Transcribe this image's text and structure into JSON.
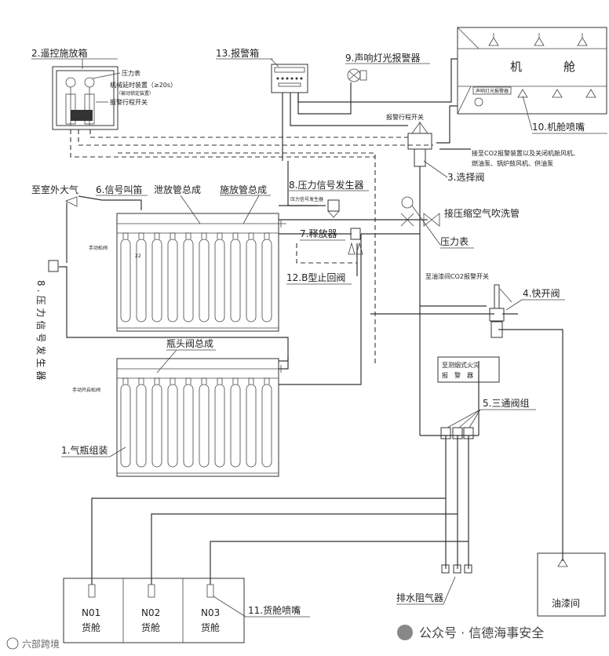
{
  "labels": {
    "remote_box": "2.遥控施放箱",
    "pressure_gauge_small": "压力表",
    "mech_delay": "机械延时装置（≥20s）",
    "mech_delay_note": "（被动锁定装置）",
    "alarm_travel_switch_left": "报警行程开关",
    "alarm_box": "13.报警箱",
    "sound_light_alarm": "9.声响灯光报警器",
    "engine_room_1": "机",
    "engine_room_2": "舱",
    "sound_light_alarm_small": "声响灯光报警器",
    "engine_nozzle": "10.机舱喷嘴",
    "alarm_travel_switch": "报警行程开关",
    "connect_note_1": "接至CO2报警装置以及关闭机舱风机、",
    "connect_note_2": "燃油泵、锅炉鼓风机、供油泵",
    "selector_valve": "3.选择阀",
    "to_atmosphere": "至室外大气",
    "signal_whistle": "6.信号叫笛",
    "vent_pipe": "泄放管总成",
    "release_pipe": "施放管总成",
    "pressure_signal_gen_8": "8.压力信号发生器",
    "pressure_signal_small": "压力信号发生器",
    "compressed_air": "接压缩空气吹洗管",
    "release_device": "7.释放器",
    "pressure_gauge": "压力表",
    "check_valve": "12.B型止回阀",
    "manual_unlock": "手动松阀",
    "manual_open_unlock": "手动开启松阀",
    "label_22": "22",
    "pressure_signal_vertical": "8.压力信号发生器",
    "paint_room_switch": "至油漆间CO2报警开关",
    "quick_open_valve": "4.快开阀",
    "cylinder_head": "瓶头阀总成",
    "smoke_alarm_1": "至测烟式火灾",
    "smoke_alarm_2": "报　警　器",
    "three_way": "5.三通阀组",
    "cylinder_group": "1.气瓶组装",
    "drain_blocker": "排水阻气器",
    "paint_room": "油漆间",
    "cargo_no1": "N01",
    "cargo_no2": "N02",
    "cargo_no3": "N03",
    "cargo_hold": "货舱",
    "cargo_nozzle": "11.货舱喷嘴",
    "watermark_left": "六部跨境",
    "watermark_right": "公众号 · 信德海事安全"
  }
}
